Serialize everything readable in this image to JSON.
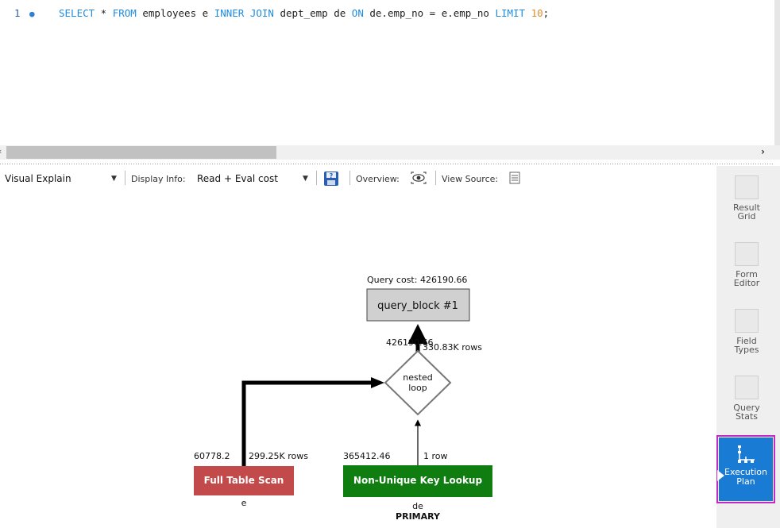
{
  "editor": {
    "line_number": "1",
    "sql_tokens": [
      {
        "text": "SELECT",
        "kind": "kw"
      },
      {
        "text": " * ",
        "kind": "txt"
      },
      {
        "text": "FROM",
        "kind": "kw"
      },
      {
        "text": " employees e ",
        "kind": "txt"
      },
      {
        "text": "INNER JOIN",
        "kind": "kw"
      },
      {
        "text": " dept_emp de ",
        "kind": "txt"
      },
      {
        "text": "ON",
        "kind": "kw"
      },
      {
        "text": " de.emp_no = e.emp_no ",
        "kind": "txt"
      },
      {
        "text": "LIMIT",
        "kind": "kw"
      },
      {
        "text": " ",
        "kind": "txt"
      },
      {
        "text": "10",
        "kind": "num"
      },
      {
        "text": ";",
        "kind": "txt"
      }
    ]
  },
  "toolbar": {
    "mode_value": "Visual Explain",
    "display_info_label": "Display Info:",
    "display_info_value": "Read + Eval cost",
    "overview_label": "Overview:",
    "view_source_label": "View Source:"
  },
  "plan": {
    "query_cost_label": "Query cost: 426190.66",
    "query_block_label": "query_block #1",
    "nested_loop_line1": "nested",
    "nested_loop_line2": "loop",
    "nested_to_block_cost": "426190.66",
    "nested_to_block_rows": "330.83K rows",
    "left_cost": "60778.2",
    "left_rows": "299.25K rows",
    "right_cost": "365412.46",
    "right_rows": "1 row",
    "full_scan_label": "Full Table Scan",
    "full_scan_table": "e",
    "lookup_label": "Non-Unique Key Lookup",
    "lookup_table": "de",
    "lookup_key": "PRIMARY",
    "colors": {
      "full_scan": "#c24a4a",
      "lookup": "#0f7d0f",
      "query_block": "#d0d0d0"
    }
  },
  "sidebar": {
    "items": [
      {
        "line1": "Result",
        "line2": "Grid",
        "icon": "result-grid-icon"
      },
      {
        "line1": "Form",
        "line2": "Editor",
        "icon": "form-editor-icon"
      },
      {
        "line1": "Field",
        "line2": "Types",
        "icon": "field-types-icon"
      },
      {
        "line1": "Query",
        "line2": "Stats",
        "icon": "query-stats-icon"
      }
    ],
    "active": {
      "line1": "Execution",
      "line2": "Plan",
      "icon": "execution-plan-icon"
    },
    "accent": "#1a7bd5"
  }
}
